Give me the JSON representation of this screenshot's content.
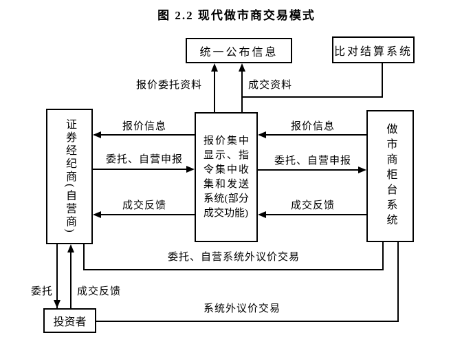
{
  "title": "图 2.2  现代做市商交易模式",
  "colors": {
    "line": "#000000",
    "background": "#ffffff"
  },
  "boxes": {
    "unified_info": "统一公布信息",
    "settlement": "比对结算系统",
    "broker": "证券经纪商(自营商)",
    "central_system": "报价集中显示、指令集中收集和发送系统(部分成交功能)",
    "market_maker": "做市商柜台系统",
    "investor": "投资者"
  },
  "edges": {
    "quote_order_data": "报价委托资料",
    "trade_data": "成交资料",
    "quote_info_left": "报价信息",
    "order_declare_left": "委托、自营申报",
    "trade_feedback_left": "成交反馈",
    "quote_info_right": "报价信息",
    "order_declare_right": "委托、自营申报",
    "trade_feedback_right": "成交反馈",
    "offsystem_order_trade": "委托、自营系统外议价交易",
    "investor_order": "委托",
    "investor_feedback": "成交反馈",
    "offsystem_trade": "系统外议价交易"
  }
}
